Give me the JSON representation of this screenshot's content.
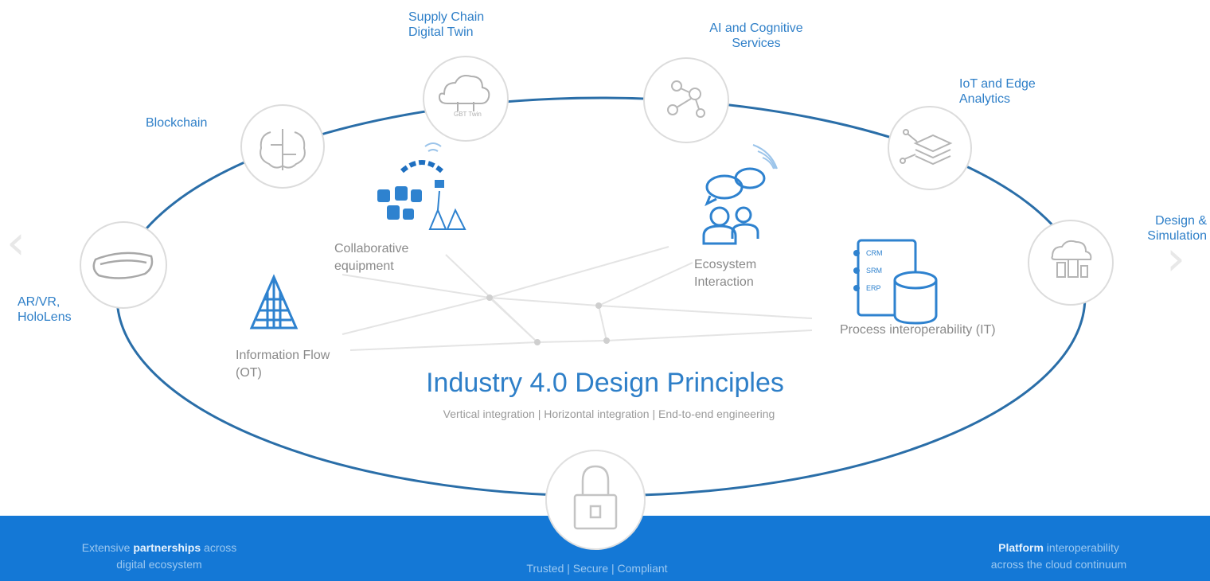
{
  "diagram": {
    "title": "Industry 4.0 Design Principles",
    "subtitle": "Vertical integration  |  Horizontal integration  |  End-to-end engineering"
  },
  "outer_nodes": {
    "supply_chain": "Supply Chain Digital Twin",
    "ai_cognitive": "AI and Cognitive Services",
    "iot_edge": "IoT and Edge Analytics",
    "blockchain": "Blockchain",
    "design_simulation": "Design & Simulation",
    "ar_vr": "AR/VR, HoloLens"
  },
  "inner_nodes": {
    "collaborative": "Collaborative equipment",
    "ecosystem": "Ecosystem Interaction",
    "process": "Process interoperability (IT)",
    "information_flow": "Information Flow (OT)"
  },
  "process_icon_labels": [
    "CRM",
    "SRM",
    "ERP"
  ],
  "twin_icon_label": "GBT Twin",
  "footer": {
    "left_bold": "partnerships",
    "left_pre": "Extensive ",
    "left_post": " across",
    "left_line2": "digital ecosystem",
    "center": "Trusted   |   Secure   |   Compliant",
    "right_bold": "Platform",
    "right_post": " interoperability",
    "right_line2": "across the cloud continuum"
  },
  "colors": {
    "accent": "#2e7fc8",
    "band": "#1478d6",
    "ring": "#2a6ea8"
  },
  "icons": {
    "supply_chain": "cloud-icon",
    "ai_cognitive": "network-nodes-icon",
    "iot_edge": "chip-layers-icon",
    "blockchain": "circuit-brain-icon",
    "design_simulation": "cloud-building-icon",
    "ar_vr": "headset-icon",
    "security": "padlock-icon"
  }
}
